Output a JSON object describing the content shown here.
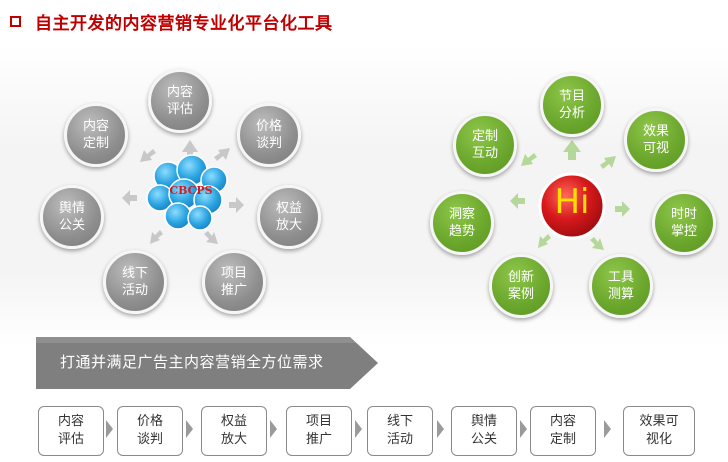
{
  "title": "自主开发的内容营销专业化平台化工具",
  "left_center": {
    "label": "CBCPS"
  },
  "left_nodes": [
    {
      "label": "内容\n评估"
    },
    {
      "label": "价格\n谈判"
    },
    {
      "label": "权益\n放大"
    },
    {
      "label": "项目\n推广"
    },
    {
      "label": "线下\n活动"
    },
    {
      "label": "舆情\n公关"
    },
    {
      "label": "内容\n定制"
    }
  ],
  "right_center": {
    "label": "Hi"
  },
  "right_nodes": [
    {
      "label": "节目\n分析"
    },
    {
      "label": "效果\n可视"
    },
    {
      "label": "时时\n掌控"
    },
    {
      "label": "工具\n测算"
    },
    {
      "label": "创新\n案例"
    },
    {
      "label": "洞察\n趋势"
    },
    {
      "label": "定制\n互动"
    }
  ],
  "banner": {
    "text": "打通并满足广告主内容营销全方位需求"
  },
  "bottom_items": [
    {
      "label": "内容\n评估"
    },
    {
      "label": "价格\n谈判"
    },
    {
      "label": "权益\n放大"
    },
    {
      "label": "项目\n推广"
    },
    {
      "label": "线下\n活动"
    },
    {
      "label": "舆情\n公关"
    },
    {
      "label": "内容\n定制"
    },
    {
      "label": "效果可\n视化"
    }
  ],
  "colors": {
    "title": "#c00000",
    "gray_node": "#8e8e8e",
    "green_node": "#6aa62c",
    "cloud": "#29a3e0",
    "hi_circle": "#d7191c",
    "banner": "#7f7f7f"
  }
}
